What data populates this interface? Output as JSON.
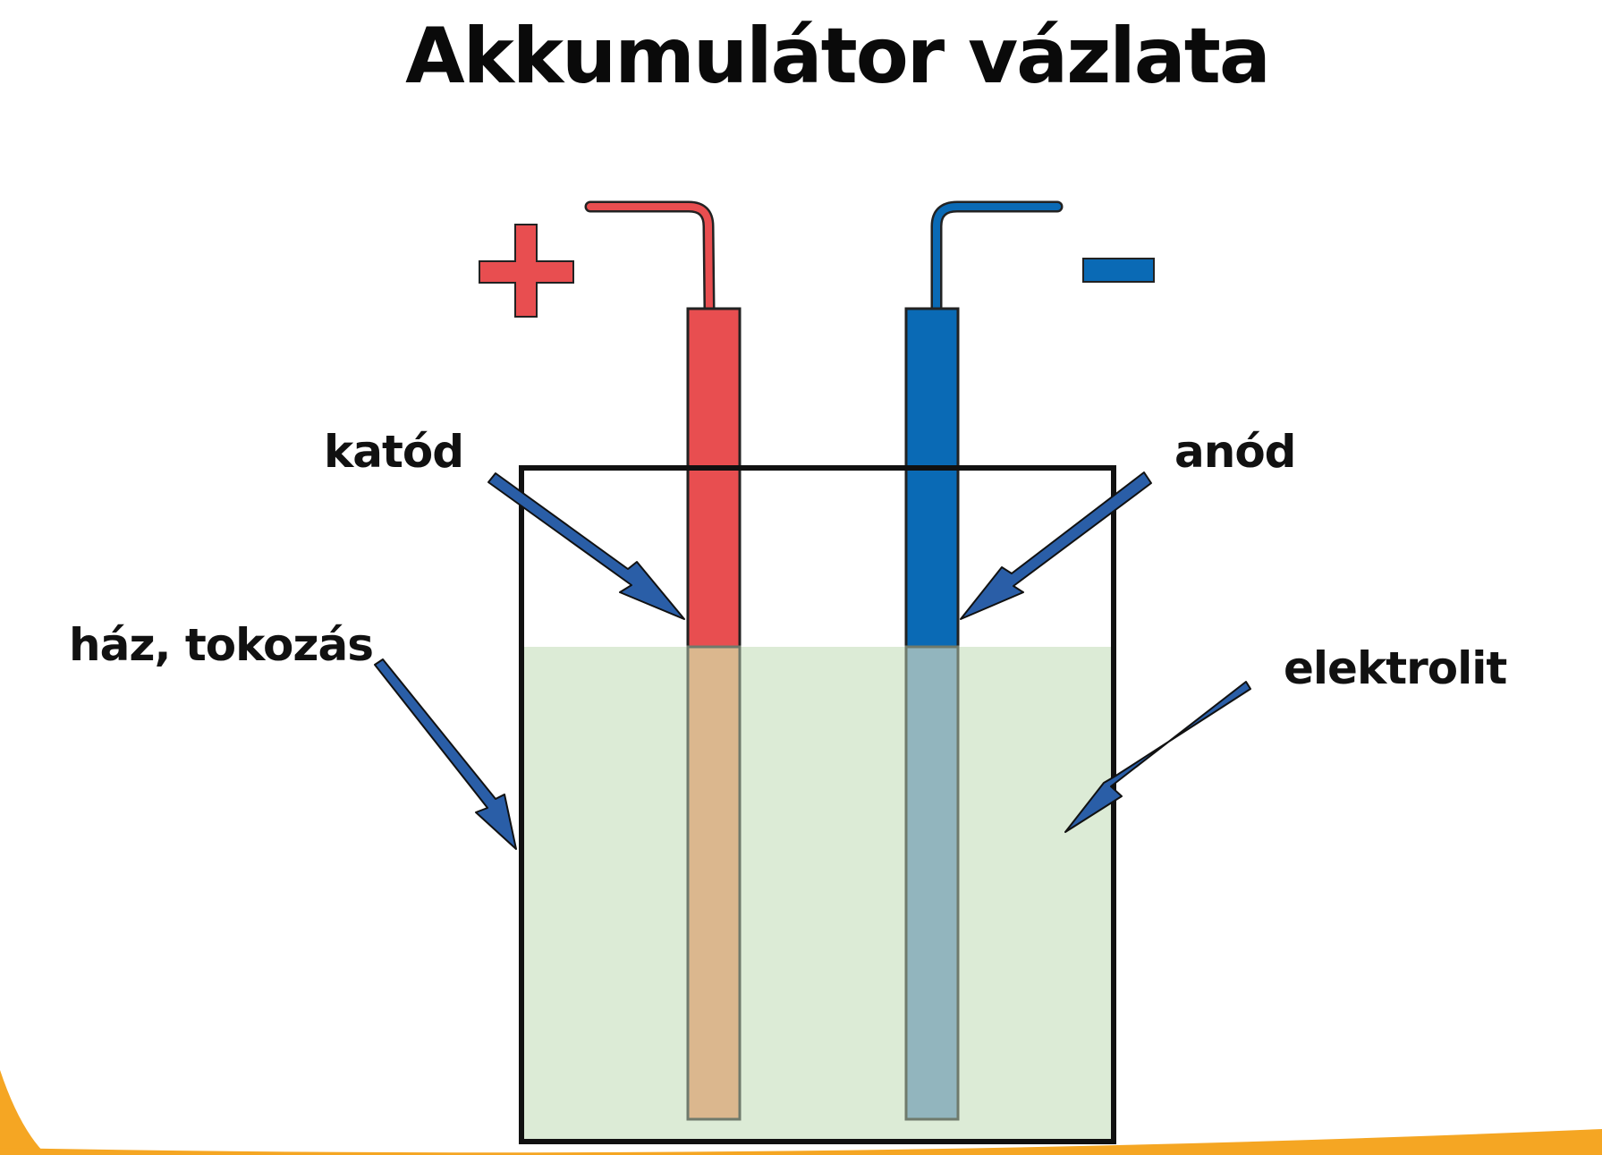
{
  "title": "Akkumulátor vázlata",
  "labels": {
    "cathode": "katód",
    "anode": "anód",
    "housing": "ház, tokozás",
    "electrolyte": "elektrolit"
  },
  "terminals": {
    "positive": "plus-sign-icon",
    "negative": "minus-sign-icon"
  },
  "colors": {
    "cathode": "#e84e50",
    "anode": "#0a6ab5",
    "electrolyte": "#dcebd6",
    "arrow": "#2a5ea7",
    "corner_accent": "#f5a623"
  }
}
